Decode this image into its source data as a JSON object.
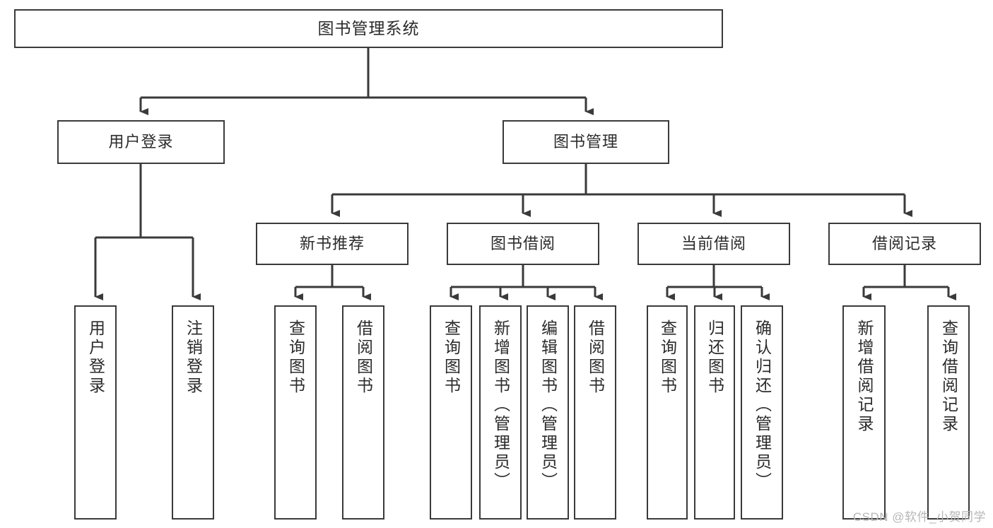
{
  "diagram": {
    "type": "tree-hierarchy",
    "title": "图书管理系统",
    "watermark": "CSDN @软件_小贺同学",
    "colors": {
      "box_border": "#3a3a3a",
      "box_fill": "#ffffff",
      "connector": "#3a3a3a",
      "text": "#2b2b2b",
      "watermark": "#b6b6b6"
    },
    "levels": {
      "root": {
        "label": "图书管理系统"
      },
      "level2": [
        {
          "label": "用户登录"
        },
        {
          "label": "图书管理"
        }
      ],
      "level3": [
        {
          "label": "新书推荐"
        },
        {
          "label": "图书借阅"
        },
        {
          "label": "当前借阅"
        },
        {
          "label": "借阅记录"
        }
      ],
      "level4": [
        {
          "label": "用户登录",
          "parent": "用户登录"
        },
        {
          "label": "注销登录",
          "parent": "用户登录"
        },
        {
          "label": "查询图书",
          "parent": "新书推荐"
        },
        {
          "label": "借阅图书",
          "parent": "新书推荐"
        },
        {
          "label": "查询图书",
          "parent": "图书借阅"
        },
        {
          "label": "新增图书（管理员）",
          "parent": "图书借阅"
        },
        {
          "label": "编辑图书（管理员）",
          "parent": "图书借阅"
        },
        {
          "label": "借阅图书",
          "parent": "图书借阅"
        },
        {
          "label": "查询图书",
          "parent": "当前借阅"
        },
        {
          "label": "归还图书",
          "parent": "当前借阅"
        },
        {
          "label": "确认归还（管理员）",
          "parent": "当前借阅"
        },
        {
          "label": "新增借阅记录",
          "parent": "借阅记录"
        },
        {
          "label": "查询借阅记录",
          "parent": "借阅记录"
        }
      ]
    }
  }
}
